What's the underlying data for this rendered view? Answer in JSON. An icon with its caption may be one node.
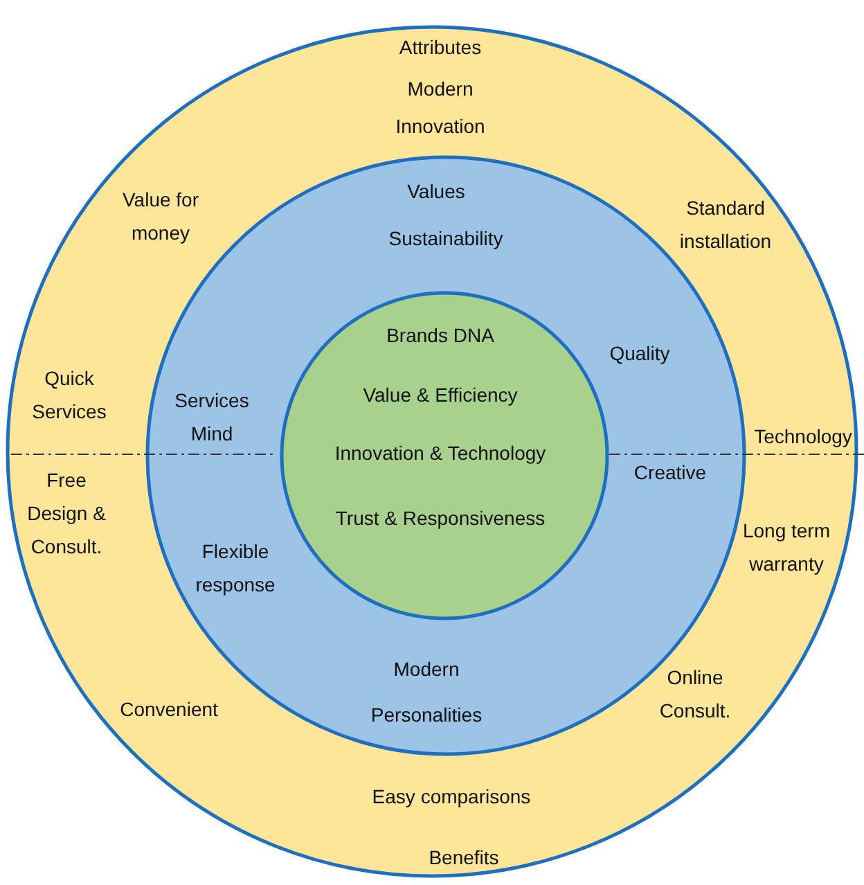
{
  "diagram": {
    "nodes": [
      {
        "text": [
          "Attributes",
          "Modern",
          "Innovation",
          "Value for money",
          "Standard installation",
          "Quick Services",
          "Technology",
          "Free Design & Consult.",
          "Long term warranty",
          "Convenient",
          "Online Consult.",
          "Easy comparisons",
          "Benefits"
        ]
      },
      {
        "text": [
          "Values",
          "Sustainability",
          "Quality",
          "Services Mind",
          "Creative",
          "Flexible response",
          "Modern",
          "Personalities"
        ],
        "in": 0
      },
      {
        "text": [
          "Brands DNA",
          "Value & Efficiency",
          "Innovation & Technology",
          "Trust & Responsiveness"
        ],
        "in": 1
      }
    ],
    "edges": []
  }
}
